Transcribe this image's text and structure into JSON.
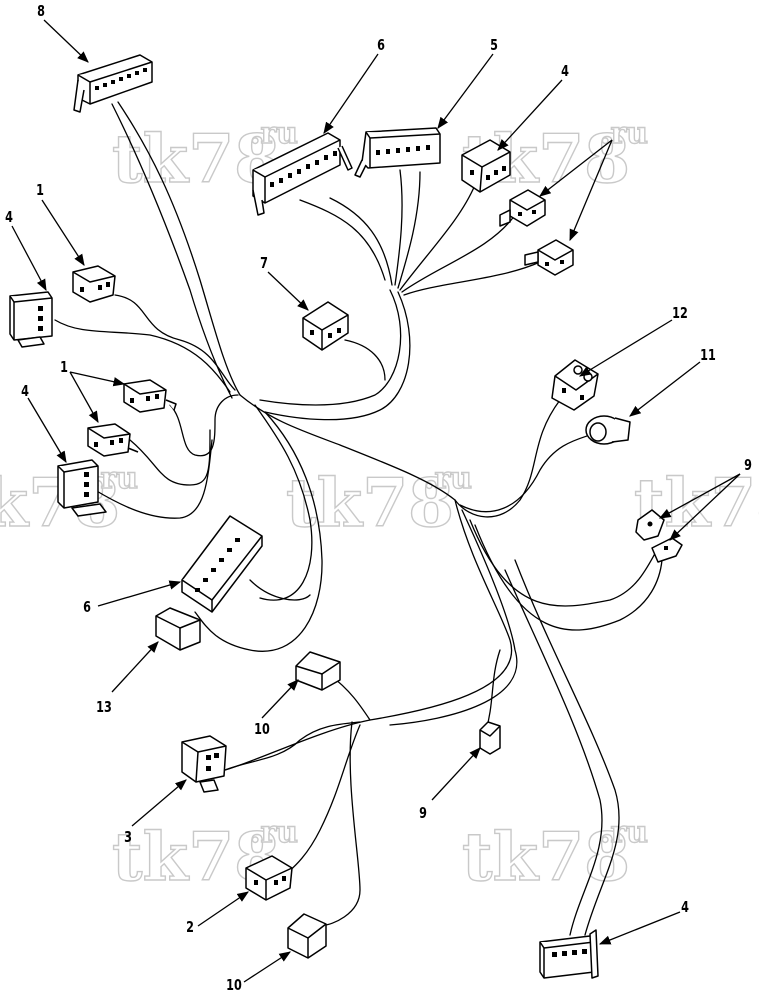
{
  "watermark": {
    "main": "tk78",
    "suffix": ".ru"
  },
  "callouts": {
    "c8": "8",
    "c6a": "6",
    "c5": "5",
    "c4a": "4",
    "c1a": "1",
    "c4b": "4",
    "c7": "7",
    "c1b": "1",
    "c4c": "4",
    "c12": "12",
    "c11": "11",
    "c9a": "9",
    "c6b": "6",
    "c13": "13",
    "c10a": "10",
    "c9b": "9",
    "c3": "3",
    "c2": "2",
    "c4d": "4",
    "c10b": "10"
  }
}
